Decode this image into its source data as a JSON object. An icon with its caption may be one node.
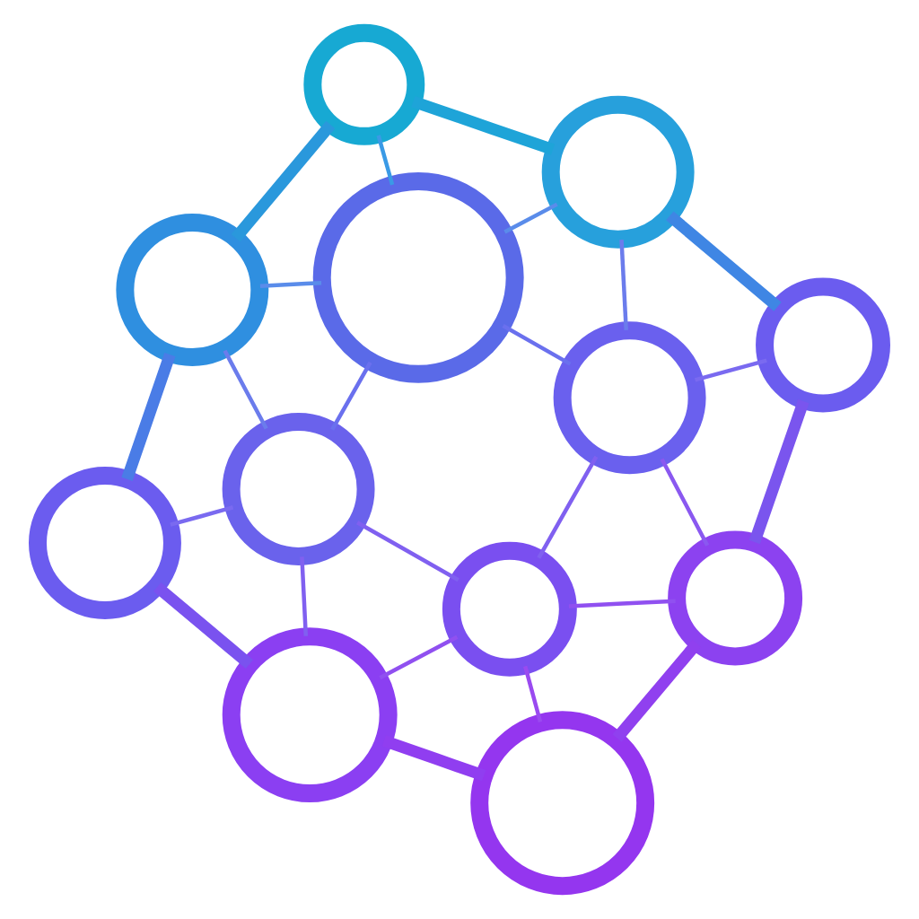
{
  "diagram": {
    "nodes": [
      {
        "text": [],
        "shape": "circle"
      },
      {
        "text": [],
        "shape": "circle"
      },
      {
        "text": [],
        "shape": "circle"
      },
      {
        "text": [],
        "shape": "circle"
      },
      {
        "text": [],
        "shape": "circle"
      },
      {
        "text": [],
        "shape": "circle"
      },
      {
        "text": [],
        "shape": "circle"
      },
      {
        "text": [],
        "shape": "circle"
      },
      {
        "text": [],
        "shape": "circle"
      },
      {
        "text": [],
        "shape": "circle"
      },
      {
        "text": [],
        "shape": "circle"
      },
      {
        "text": [],
        "shape": "circle"
      }
    ],
    "edges": [
      {
        "from": 0,
        "to": 3,
        "arrow": "none",
        "color": "#3a9ae6"
      },
      {
        "from": 0,
        "to": 2,
        "arrow": "none",
        "style": "thick",
        "color": "#1ea4d8"
      },
      {
        "from": 2,
        "to": 6,
        "arrow": "none",
        "style": "thick",
        "color": "#3f86e4"
      },
      {
        "from": 6,
        "to": 10,
        "arrow": "none",
        "style": "thick",
        "color": "#7a55ee"
      },
      {
        "from": 10,
        "to": 11,
        "arrow": "none",
        "style": "thick",
        "color": "#9040ef"
      },
      {
        "from": 11,
        "to": 9,
        "arrow": "none",
        "style": "thick",
        "color": "#903ef0"
      },
      {
        "from": 9,
        "to": 5,
        "arrow": "none",
        "style": "thick",
        "color": "#7a52ef"
      },
      {
        "from": 5,
        "to": 1,
        "arrow": "none",
        "style": "thick",
        "color": "#4a7ce6"
      },
      {
        "from": 1,
        "to": 0,
        "arrow": "none",
        "style": "thick",
        "color": "#2a98dc"
      },
      {
        "from": 1,
        "to": 3,
        "arrow": "none",
        "color": "#5a8cea"
      },
      {
        "from": 2,
        "to": 3,
        "arrow": "none",
        "color": "#5a8cea"
      },
      {
        "from": 3,
        "to": 4,
        "arrow": "none",
        "color": "#6a70ee"
      },
      {
        "from": 3,
        "to": 7,
        "arrow": "none",
        "color": "#6a70ee"
      },
      {
        "from": 1,
        "to": 4,
        "arrow": "none",
        "color": "#6b7cec"
      },
      {
        "from": 2,
        "to": 7,
        "arrow": "none",
        "color": "#6b7cec"
      },
      {
        "from": 4,
        "to": 5,
        "arrow": "none",
        "color": "#7a6af0"
      },
      {
        "from": 7,
        "to": 6,
        "arrow": "none",
        "color": "#7a6af0"
      },
      {
        "from": 4,
        "to": 8,
        "arrow": "none",
        "color": "#8060f0"
      },
      {
        "from": 4,
        "to": 9,
        "arrow": "none",
        "color": "#8060f0"
      },
      {
        "from": 7,
        "to": 8,
        "arrow": "none",
        "color": "#8060f0"
      },
      {
        "from": 7,
        "to": 10,
        "arrow": "none",
        "color": "#8a58f0"
      },
      {
        "from": 8,
        "to": 9,
        "arrow": "none",
        "color": "#9050f0"
      },
      {
        "from": 8,
        "to": 11,
        "arrow": "none",
        "color": "#9a4af0"
      },
      {
        "from": 8,
        "to": 10,
        "arrow": "none",
        "color": "#9050f0"
      }
    ]
  }
}
